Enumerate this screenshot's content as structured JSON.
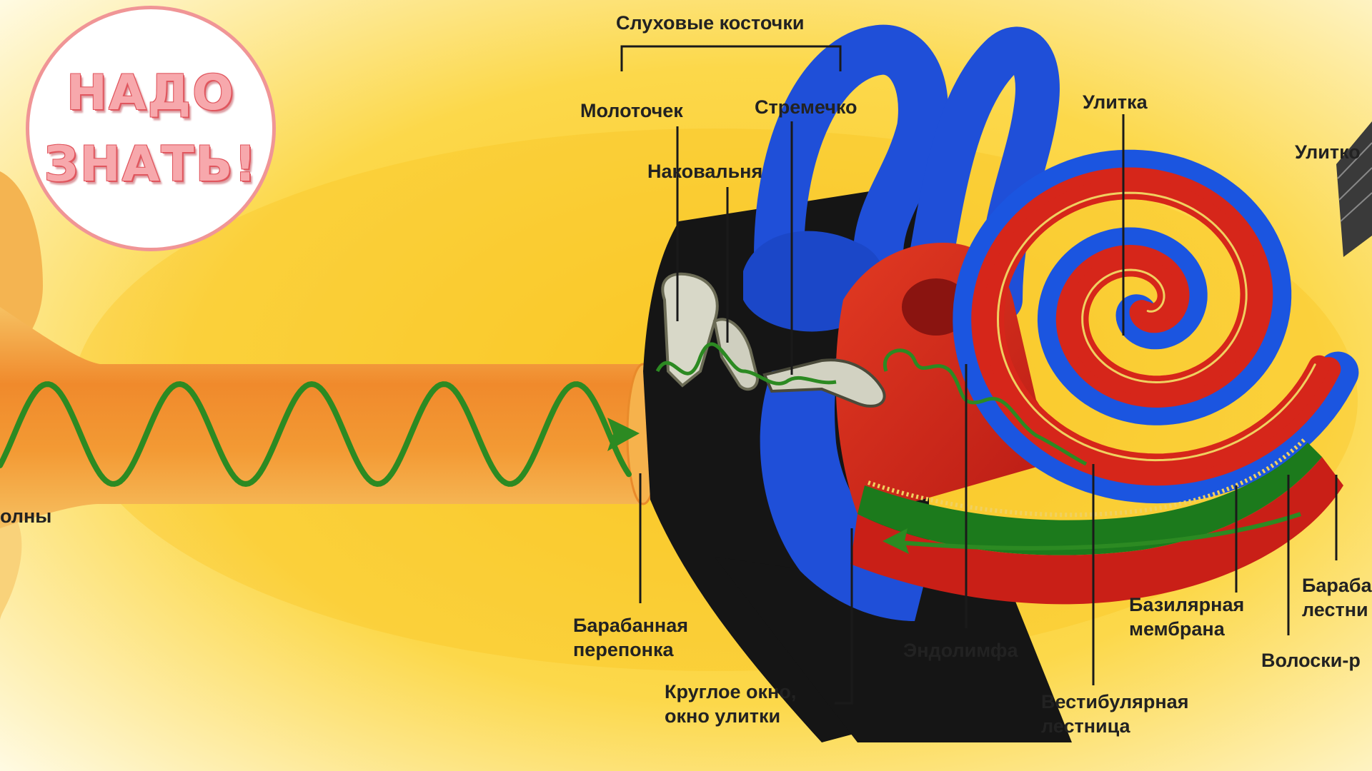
{
  "badge": {
    "line1": "НАДО",
    "line2": "ЗНАТЬ!"
  },
  "labels": {
    "ossicles": "Слуховые косточки",
    "malleus": "Молоточек",
    "stapes": "Стремечко",
    "incus": "Наковальня",
    "cochlea": "Улитка",
    "cochlea_cut": "Улитко",
    "waves": "олны",
    "eardrum": "Барабанная\nперепонка",
    "round_window": "Круглое окно,\nокно улитки",
    "endolymph": "Эндолимфа",
    "basilar": "Базилярная\nмембрана",
    "vestibular": "Вестибулярная\nлестница",
    "tympanic": "Бараба\nлестни",
    "hairs": "Волоски-р"
  },
  "colors": {
    "background": "#fcd84a",
    "canal": "#f4a23c",
    "vessel": "#1f4fd8",
    "dark": "#151515",
    "cochlea_red": "#d6261a",
    "cochlea_green": "#1c7a1c",
    "cochlea_blue": "#1b55e0",
    "wave": "#2c8a22",
    "badge_text": "#f7a8ac",
    "badge_border": "#f09596"
  }
}
